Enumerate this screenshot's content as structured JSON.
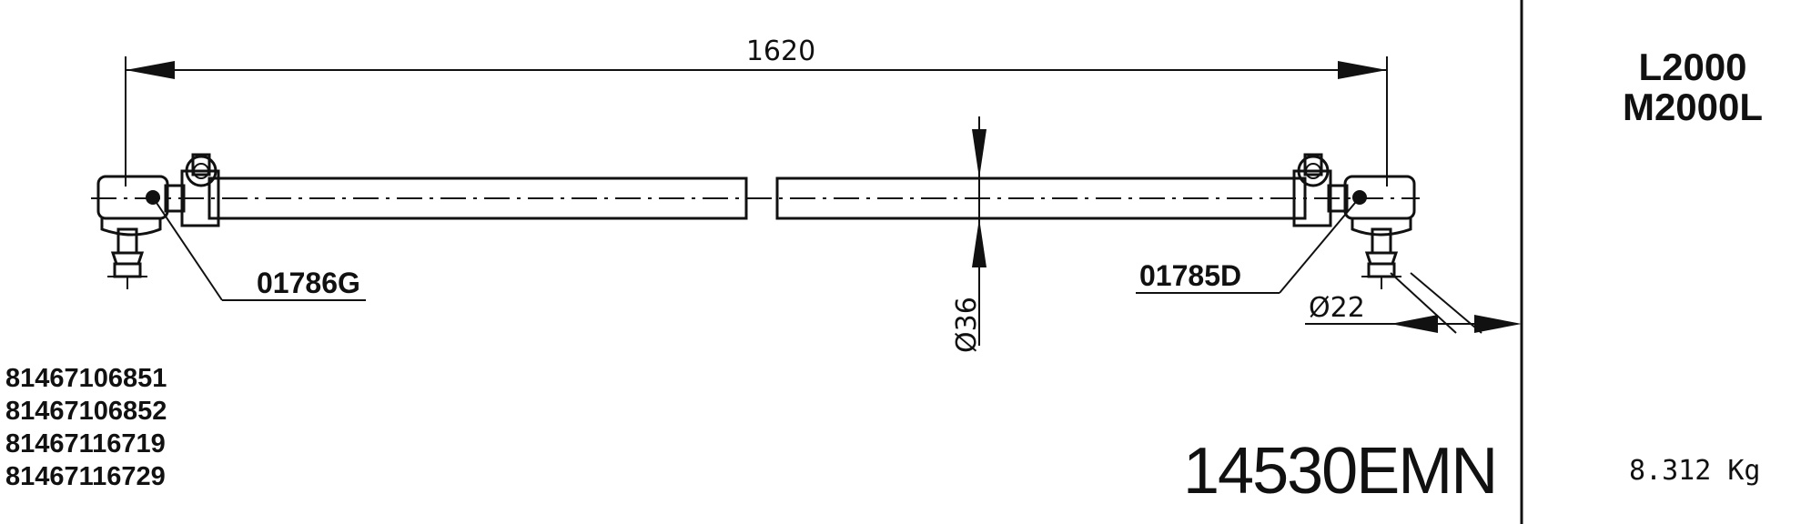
{
  "dimensions": {
    "length": "1620",
    "tube_diameter": "Ø36",
    "end_diameter": "Ø22"
  },
  "part_labels": {
    "left_end": "01786G",
    "right_end": "01785D"
  },
  "part_numbers": [
    "81467106851",
    "81467106852",
    "81467116719",
    "81467116729"
  ],
  "reference_code": "14530EMN",
  "models": [
    "L2000",
    "M2000L"
  ],
  "weight": "8.312 Kg"
}
